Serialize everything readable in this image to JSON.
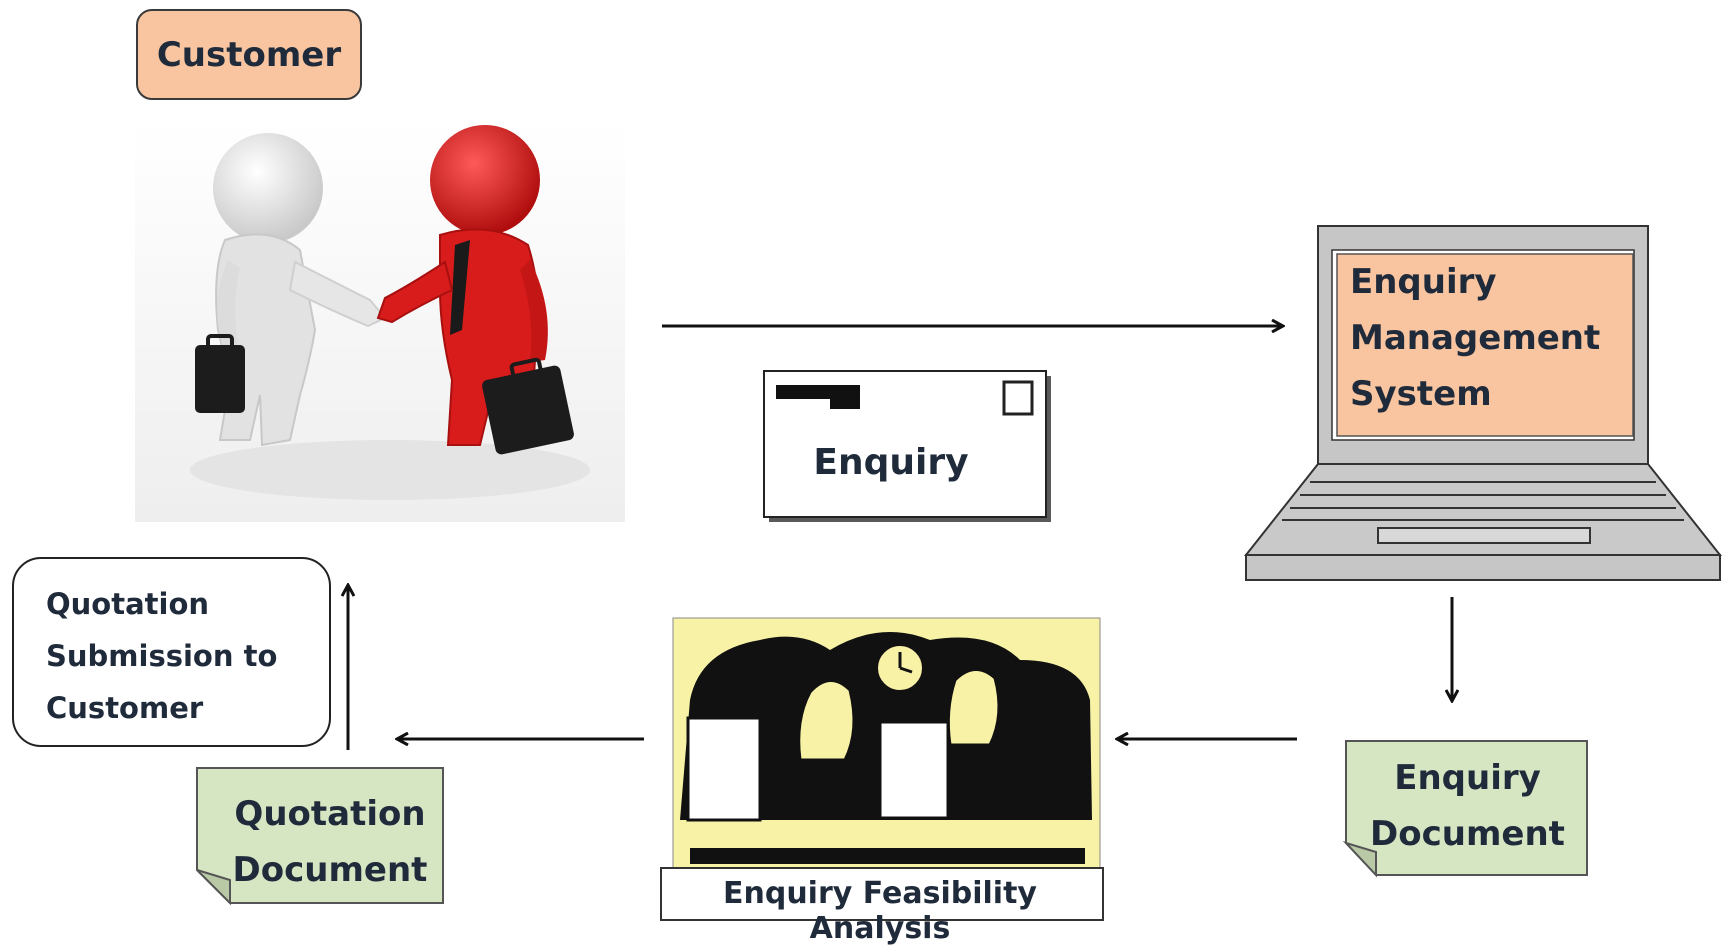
{
  "customer": {
    "label": "Customer"
  },
  "ems": {
    "lines": [
      "Enquiry",
      "Management",
      "System"
    ]
  },
  "enquiry_envelope": {
    "label": "Enquiry"
  },
  "enquiry_document": {
    "lines": [
      "Enquiry",
      "Document"
    ]
  },
  "feasibility": {
    "label": "Enquiry Feasibility Analysis"
  },
  "quotation_document": {
    "lines": [
      "Quotation",
      "Document"
    ]
  },
  "quotation_submission": {
    "lines": [
      "Quotation",
      "Submission to",
      "Customer"
    ]
  },
  "colors": {
    "peach": "#f8c5a0",
    "doc_green": "#d6e5c2",
    "feasibility_bg": "#f7f2a6",
    "laptop_gray": "#c6c6c6",
    "figure_white": "#e8e8e8",
    "figure_red": "#d81c1c"
  },
  "icons": [
    "handshake-figures-image",
    "laptop-icon",
    "envelope-icon",
    "meeting-illustration",
    "document-icon"
  ]
}
